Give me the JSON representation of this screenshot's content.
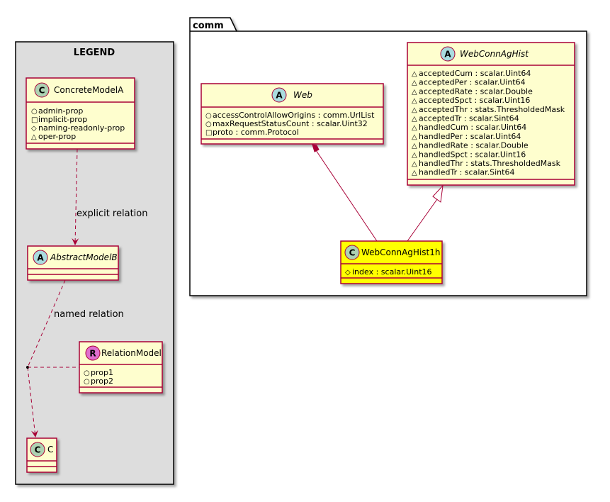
{
  "legend": {
    "title": "LEGEND",
    "concrete_model": {
      "stereotype": "C",
      "name": "ConcreteModelA",
      "attributes": [
        {
          "vis": "○",
          "text": "admin-prop"
        },
        {
          "vis": "□",
          "text": "implicit-prop"
        },
        {
          "vis": "◇",
          "text": "naming-readonly-prop"
        },
        {
          "vis": "△",
          "text": "oper-prop"
        }
      ]
    },
    "abstract_model": {
      "stereotype": "A",
      "name": "AbstractModelB"
    },
    "relation_model": {
      "stereotype": "R",
      "name": "RelationModel",
      "attributes": [
        {
          "vis": "○",
          "text": "prop1"
        },
        {
          "vis": "○",
          "text": "prop2"
        }
      ]
    },
    "c_model": {
      "stereotype": "C",
      "name": "C"
    },
    "explicit_relation_label": "explicit relation",
    "named_relation_label": "named relation"
  },
  "comm": {
    "title": "comm",
    "web": {
      "stereotype": "A",
      "name": "Web",
      "attributes": [
        {
          "vis": "○",
          "text": "accessControlAllowOrigins : comm.UrlList"
        },
        {
          "vis": "○",
          "text": "maxRequestStatusCount : scalar.Uint32"
        },
        {
          "vis": "□",
          "text": "proto : comm.Protocol"
        }
      ]
    },
    "hist": {
      "stereotype": "A",
      "name": "WebConnAgHist",
      "attributes": [
        {
          "vis": "△",
          "text": "acceptedCum : scalar.Uint64"
        },
        {
          "vis": "△",
          "text": "acceptedPer : scalar.Uint64"
        },
        {
          "vis": "△",
          "text": "acceptedRate : scalar.Double"
        },
        {
          "vis": "△",
          "text": "acceptedSpct : scalar.Uint16"
        },
        {
          "vis": "△",
          "text": "acceptedThr : stats.ThresholdedMask"
        },
        {
          "vis": "△",
          "text": "acceptedTr : scalar.Sint64"
        },
        {
          "vis": "△",
          "text": "handledCum : scalar.Uint64"
        },
        {
          "vis": "△",
          "text": "handledPer : scalar.Uint64"
        },
        {
          "vis": "△",
          "text": "handledRate : scalar.Double"
        },
        {
          "vis": "△",
          "text": "handledSpct : scalar.Uint16"
        },
        {
          "vis": "△",
          "text": "handledThr : stats.ThresholdedMask"
        },
        {
          "vis": "△",
          "text": "handledTr : scalar.Sint64"
        }
      ]
    },
    "hist1h": {
      "stereotype": "C",
      "name": "WebConnAgHist1h",
      "attributes": [
        {
          "vis": "◇",
          "text": "index : scalar.Uint16"
        }
      ]
    }
  },
  "colors": {
    "class_fill": "#FEFECE",
    "class_border": "#A80036",
    "legend_bg": "#DDDDDD",
    "highlight_fill": "#FFFF00",
    "c_badge": "#ADD1B2",
    "a_badge": "#A9DCDF",
    "r_badge": "#DF6FCF"
  }
}
